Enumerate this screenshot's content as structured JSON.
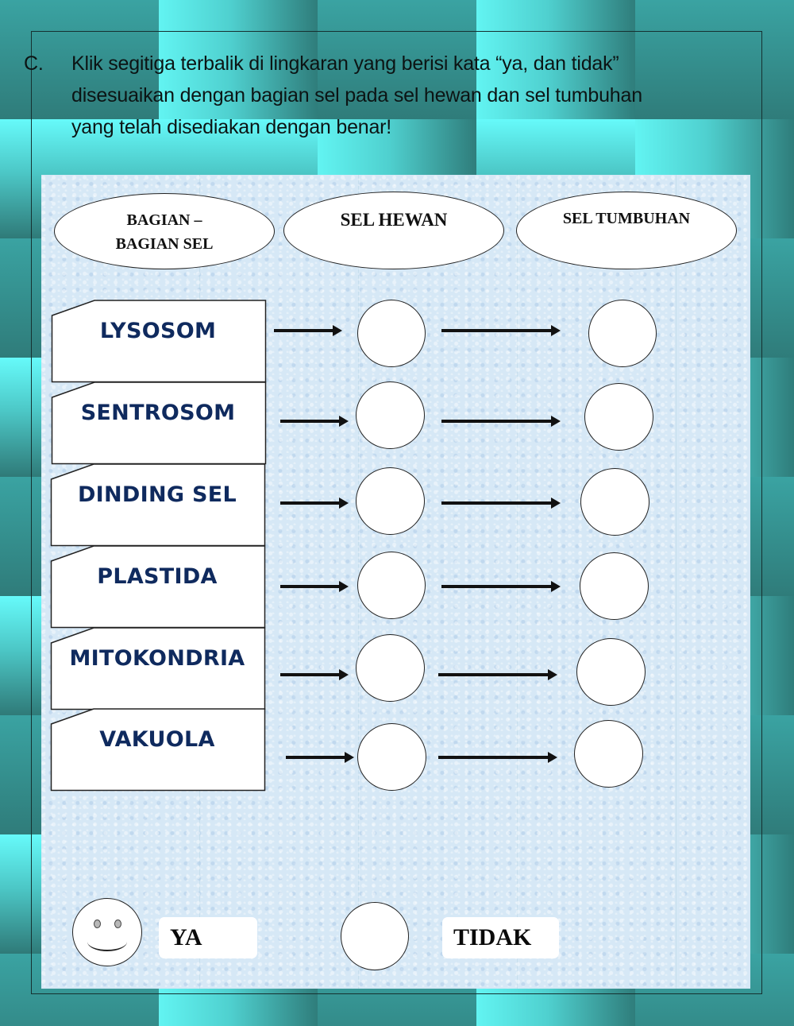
{
  "instruction": {
    "prefix": "C.",
    "line1": "Klik segitiga terbalik di lingkaran yang berisi kata “ya, dan tidak”",
    "line2": "disesuaikan dengan bagian sel pada sel hewan dan sel tumbuhan",
    "line3": "yang telah disediakan dengan benar!"
  },
  "headers": {
    "parts_line1": "BAGIAN –",
    "parts_line2": "BAGIAN SEL",
    "animal": "SEL HEWAN",
    "plant": "SEL TUMBUHAN"
  },
  "rows": [
    {
      "label": "LYSOSOM",
      "animal_answer": "",
      "plant_answer": ""
    },
    {
      "label": "SENTROSOM",
      "animal_answer": "",
      "plant_answer": ""
    },
    {
      "label": "DINDING SEL",
      "animal_answer": "",
      "plant_answer": ""
    },
    {
      "label": "PLASTIDA",
      "animal_answer": "",
      "plant_answer": ""
    },
    {
      "label": "MITOKONDRIA",
      "animal_answer": "",
      "plant_answer": ""
    },
    {
      "label": "VAKUOLA",
      "animal_answer": "",
      "plant_answer": ""
    }
  ],
  "answers": {
    "yes_label": "YA",
    "no_label": "TIDAK"
  },
  "icons": {
    "smiley": "smiley-face-icon",
    "arrow": "arrow-right-icon"
  },
  "colors": {
    "label_text": "#0f2a5e",
    "panel_bg": "#d6e8f6",
    "tile_light": "#62f4f2",
    "tile_dark": "#2f7d7b"
  }
}
